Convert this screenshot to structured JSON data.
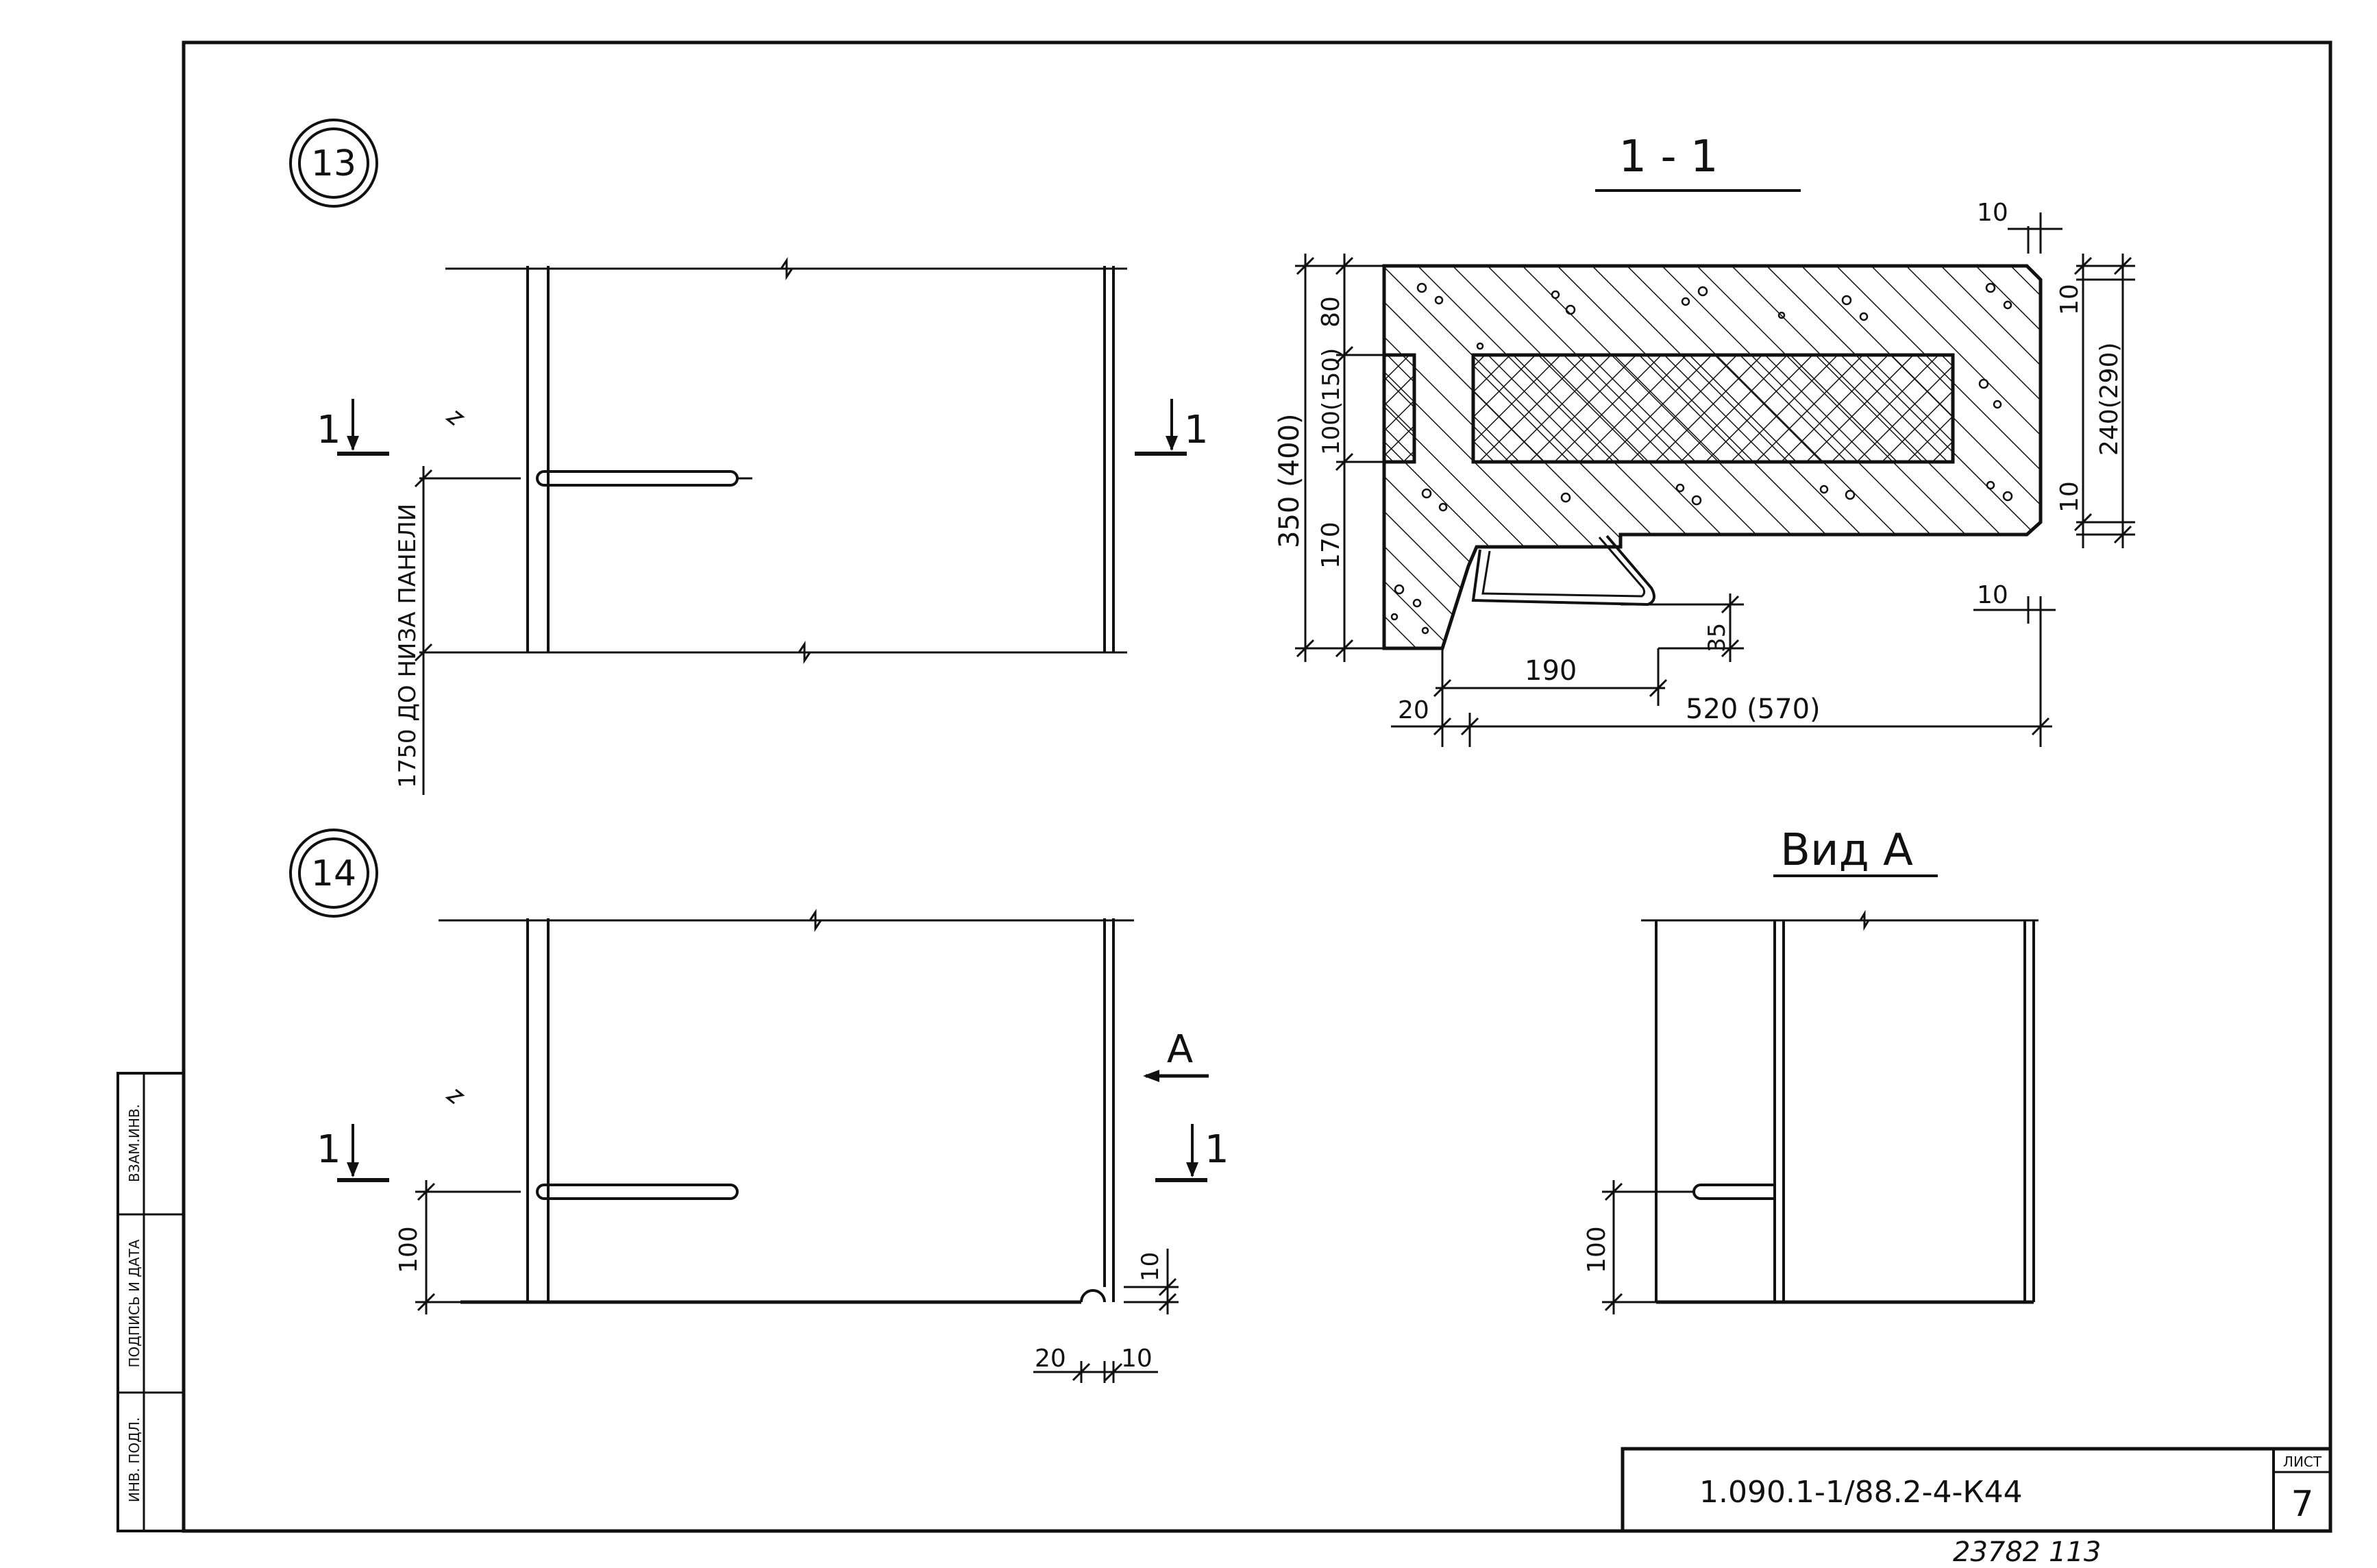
{
  "sheet": {
    "colors": {
      "ink": "#111111",
      "paper": "#ffffff"
    },
    "details": {
      "d13": {
        "number": "13",
        "section_cut_left": "1",
        "section_cut_right": "1",
        "height_note": "1750 ДО НИЗА ПАНЕЛИ"
      },
      "d14": {
        "number": "14",
        "section_cut_left": "1",
        "section_cut_right": "1",
        "view_arrow": "A",
        "dim_height": "100",
        "dim_gap": "10",
        "dim_bottom_left": "20",
        "dim_bottom_right": "10"
      }
    },
    "section": {
      "title": "1 - 1",
      "dims": {
        "top_gap": "10",
        "right_top": "10",
        "right_height": "240(290)",
        "right_bottom": "10",
        "bottom_gap": "10",
        "left_total": "350 (400)",
        "left_top": "80",
        "left_insul": "100(150)",
        "left_bottom": "170",
        "step": "35",
        "width_inner": "190",
        "width_total": "520 (570)",
        "edge": "20"
      }
    },
    "view_a": {
      "title": "Вид А",
      "dim_height": "100"
    },
    "stamp": {
      "side_labels": [
        "ВЗАМ.ИНВ.",
        "ПОДПИСЬ И ДАТА",
        "ИНВ. ПОДЛ."
      ],
      "doc_code": "1.090.1-1/88.2-4-К44",
      "sheet_label": "ЛИСТ",
      "sheet_number": "7",
      "archive_number": "23782 113"
    }
  }
}
